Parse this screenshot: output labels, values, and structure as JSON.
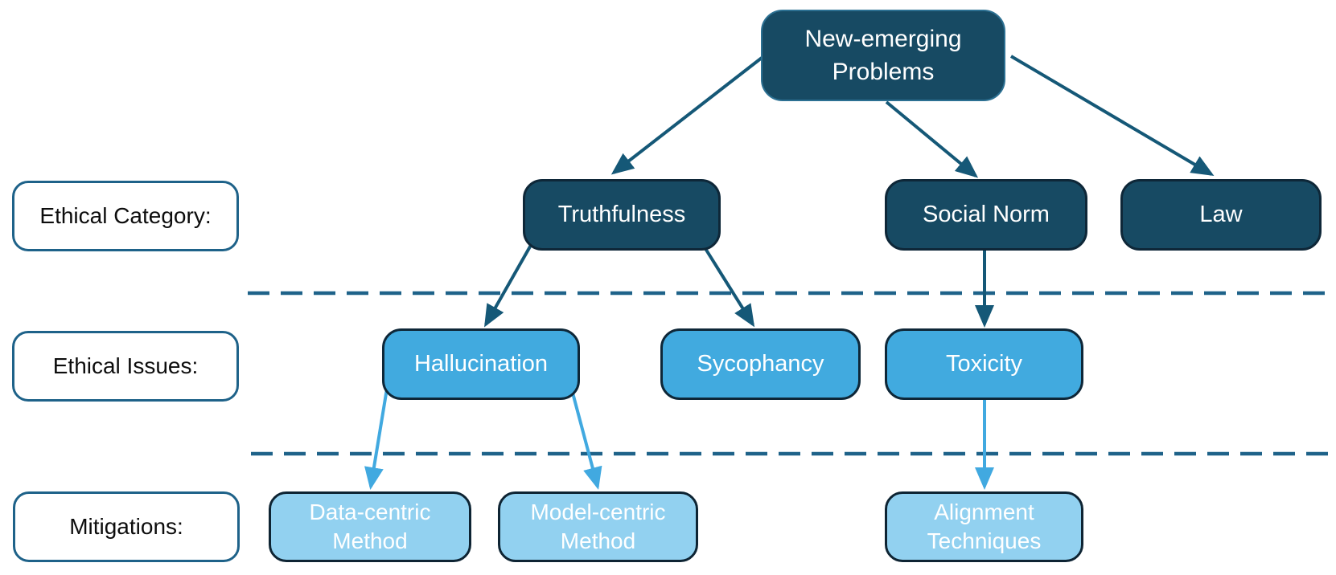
{
  "root": {
    "label": "New-emerging Problems"
  },
  "row_labels": {
    "category": "Ethical Category:",
    "issues": "Ethical Issues:",
    "mitigations": "Mitigations:"
  },
  "categories": [
    {
      "label": "Truthfulness"
    },
    {
      "label": "Social Norm"
    },
    {
      "label": "Law"
    }
  ],
  "issues": [
    {
      "label": "Hallucination"
    },
    {
      "label": "Sycophancy"
    },
    {
      "label": "Toxicity"
    }
  ],
  "mitigations": [
    {
      "label": "Data-centric Method"
    },
    {
      "label": "Model-centric Method"
    },
    {
      "label": "Alignment Techniques"
    }
  ],
  "colors": {
    "background": "#ffffff",
    "dark_fill": "#174a63",
    "dark_border": "#0e2738",
    "title_border": "#2c7092",
    "medium_fill": "#41aadf",
    "light_fill": "#92d1f0",
    "light_border": "#0e2433",
    "arrow_dark": "#155877",
    "arrow_light": "#41a9e0",
    "dashed_line": "#1e6289",
    "label_border": "#1e6289",
    "label_text": "#0d0d0d",
    "node_text": "#ffffff"
  }
}
